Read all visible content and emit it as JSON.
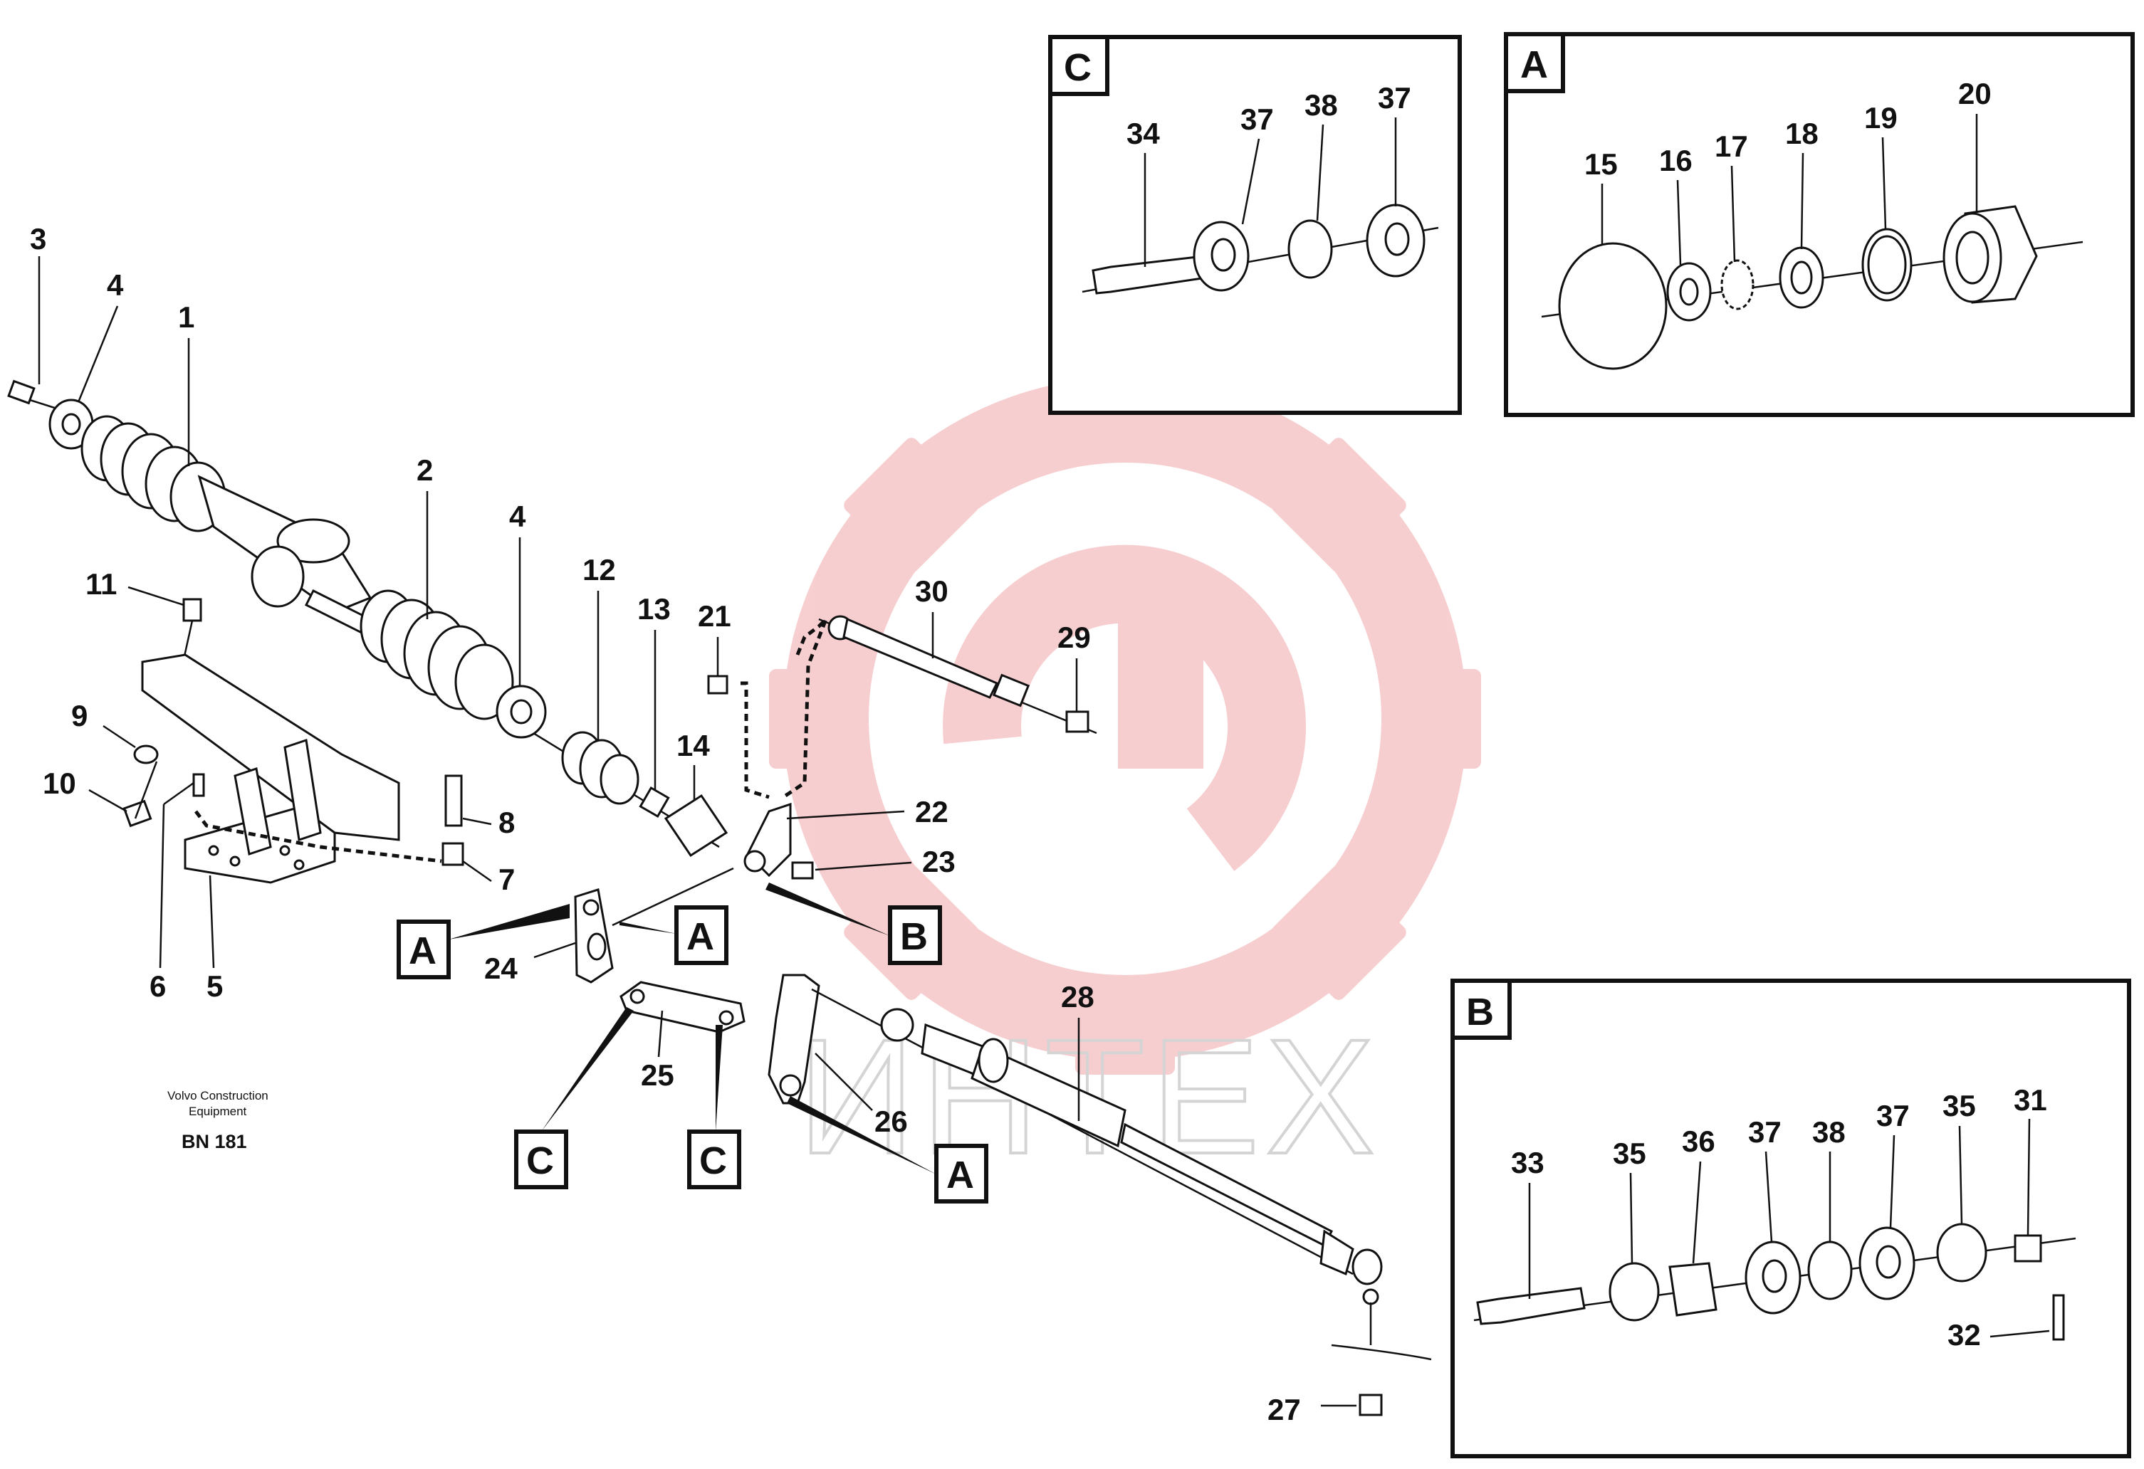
{
  "callouts": {
    "n1": "1",
    "n2": "2",
    "n3": "3",
    "n4a": "4",
    "n4b": "4",
    "n5": "5",
    "n6": "6",
    "n7": "7",
    "n8": "8",
    "n9": "9",
    "n10": "10",
    "n11": "11",
    "n12": "12",
    "n13": "13",
    "n14": "14",
    "n21": "21",
    "n22": "22",
    "n23": "23",
    "n24": "24",
    "n25": "25",
    "n26": "26",
    "n27": "27",
    "n28": "28",
    "n29": "29",
    "n30": "30"
  },
  "detail_c": {
    "label": "C",
    "callouts": {
      "a": "34",
      "b": "37",
      "c": "38",
      "d": "37"
    }
  },
  "detail_a": {
    "label": "A",
    "callouts": {
      "a": "15",
      "b": "16",
      "c": "17",
      "d": "18",
      "e": "19",
      "f": "20"
    }
  },
  "detail_b": {
    "label": "B",
    "callouts": {
      "a": "33",
      "b": "35",
      "c": "36",
      "d": "37",
      "e": "38",
      "f": "37",
      "g": "35",
      "h": "31",
      "i": "32"
    }
  },
  "refs": {
    "a_left": "A",
    "a_right": "A",
    "b": "B",
    "c_left": "C",
    "c_right": "C",
    "a_bottom": "A"
  },
  "footer": {
    "maker_line1": "Volvo Construction",
    "maker_line2": "Equipment",
    "code": "BN 181"
  },
  "watermark": {
    "text": "ИНТЕХ",
    "color": "#f2a7aa"
  }
}
